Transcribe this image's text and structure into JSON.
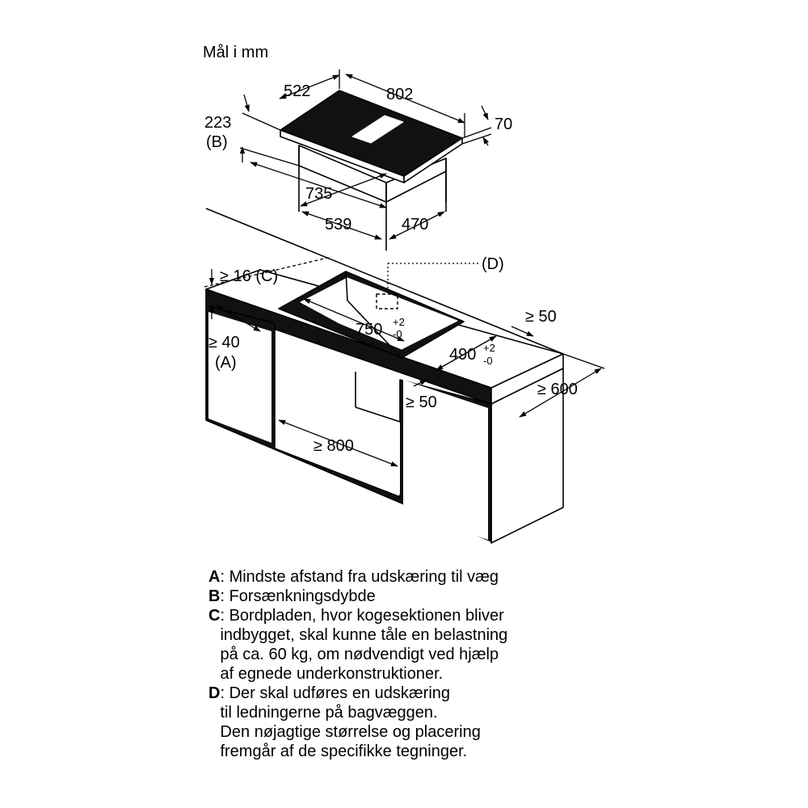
{
  "units_note": "Mål i mm",
  "dimensions": {
    "hob_depth": "522",
    "hob_width": "802",
    "hob_height": "70",
    "inset_depth": "223",
    "inset_label": "(B)",
    "body_width": "735",
    "body_front": "539",
    "body_depth": "470",
    "wall_gap": "≥ 16 (C)",
    "cutout_width": "750",
    "cutout_width_tol_plus": "+2",
    "cutout_width_tol_minus": "-0",
    "cutout_depth": "490",
    "cutout_depth_tol_plus": "+2",
    "cutout_depth_tol_minus": "-0",
    "right_side_gap": "≥ 50",
    "back_gap": "≥ 40",
    "back_gap_label": "(A)",
    "front_gap": "≥ 50",
    "counter_depth": "≥ 600",
    "cabinet_width": "≥ 800",
    "cable_label": "(D)"
  },
  "legend": [
    {
      "key": "A",
      "text": ": Mindste afstand fra udskæring til væg"
    },
    {
      "key": "B",
      "text": ": Forsænkningsdybde"
    },
    {
      "key": "C",
      "text": ": Bordpladen, hvor kogesektionen bliver\nindbygget, skal kunne tåle en belastning\npå ca. 60 kg, om nødvendigt ved hjælp\naf egnede underkonstruktioner."
    },
    {
      "key": "D",
      "text": ": Der skal udføres en udskæring\ntil ledningerne på bagvæggen.\nDen nøjagtige størrelse og placering\nfremgår af de specifikke tegninger."
    }
  ]
}
